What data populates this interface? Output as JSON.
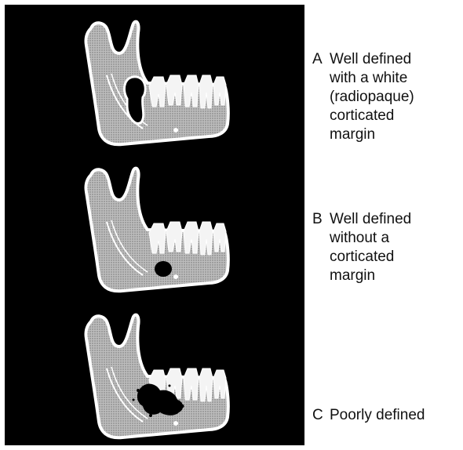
{
  "panel_background": "#000000",
  "bone_color": "#ffffff",
  "lesion_color": "#000000",
  "panels": [
    {
      "id": "A",
      "letter": "A",
      "description": "Well defined\nwith a white\n(radiopaque)\ncorticated\nmargin"
    },
    {
      "id": "B",
      "letter": "B",
      "description": "Well defined\nwithout a\ncorticated\nmargin"
    },
    {
      "id": "C",
      "letter": "C",
      "description": "Poorly defined"
    }
  ]
}
